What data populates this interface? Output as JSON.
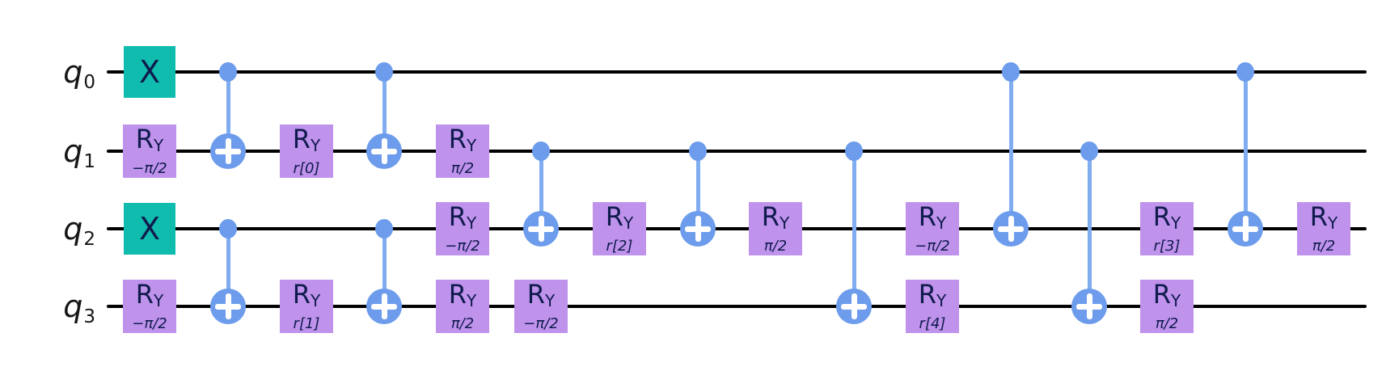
{
  "figure": {
    "type": "quantum-circuit-diagram",
    "num_qubits": 4,
    "qubit_labels": [
      {
        "base": "q",
        "sub": "0"
      },
      {
        "base": "q",
        "sub": "1"
      },
      {
        "base": "q",
        "sub": "2"
      },
      {
        "base": "q",
        "sub": "3"
      }
    ],
    "colors": {
      "background": "#ffffff",
      "wire": "#000000",
      "qubit_label_text": "#161616",
      "pauli_x_fill": "#10bcae",
      "ry_fill": "#bf92ec",
      "cx_fill": "#6c9ceb",
      "cx_line": "#7fadf0",
      "gate_text": "#101b4d"
    },
    "box_gates": [
      {
        "col": 0,
        "row": 0,
        "kind": "x",
        "gate": "X"
      },
      {
        "col": 0,
        "row": 1,
        "kind": "ry",
        "gate": "R",
        "sub": "Y",
        "param": "−π/2"
      },
      {
        "col": 0,
        "row": 2,
        "kind": "x",
        "gate": "X"
      },
      {
        "col": 0,
        "row": 3,
        "kind": "ry",
        "gate": "R",
        "sub": "Y",
        "param": "−π/2"
      },
      {
        "col": 2,
        "row": 1,
        "kind": "ry",
        "gate": "R",
        "sub": "Y",
        "param": "r[0]"
      },
      {
        "col": 2,
        "row": 3,
        "kind": "ry",
        "gate": "R",
        "sub": "Y",
        "param": "r[1]"
      },
      {
        "col": 4,
        "row": 1,
        "kind": "ry",
        "gate": "R",
        "sub": "Y",
        "param": "π/2"
      },
      {
        "col": 4,
        "row": 2,
        "kind": "ry",
        "gate": "R",
        "sub": "Y",
        "param": "−π/2"
      },
      {
        "col": 4,
        "row": 3,
        "kind": "ry",
        "gate": "R",
        "sub": "Y",
        "param": "π/2"
      },
      {
        "col": 5,
        "row": 3,
        "kind": "ry",
        "gate": "R",
        "sub": "Y",
        "param": "−π/2"
      },
      {
        "col": 6,
        "row": 2,
        "kind": "ry",
        "gate": "R",
        "sub": "Y",
        "param": "r[2]"
      },
      {
        "col": 8,
        "row": 2,
        "kind": "ry",
        "gate": "R",
        "sub": "Y",
        "param": "π/2"
      },
      {
        "col": 10,
        "row": 2,
        "kind": "ry",
        "gate": "R",
        "sub": "Y",
        "param": "−π/2"
      },
      {
        "col": 10,
        "row": 3,
        "kind": "ry",
        "gate": "R",
        "sub": "Y",
        "param": "r[4]"
      },
      {
        "col": 13,
        "row": 2,
        "kind": "ry",
        "gate": "R",
        "sub": "Y",
        "param": "r[3]"
      },
      {
        "col": 13,
        "row": 3,
        "kind": "ry",
        "gate": "R",
        "sub": "Y",
        "param": "π/2"
      },
      {
        "col": 15,
        "row": 2,
        "kind": "ry",
        "gate": "R",
        "sub": "Y",
        "param": "π/2"
      }
    ],
    "cx_gates": [
      {
        "col": 1,
        "control": 0,
        "target": 1
      },
      {
        "col": 1,
        "control": 2,
        "target": 3
      },
      {
        "col": 3,
        "control": 0,
        "target": 1
      },
      {
        "col": 3,
        "control": 2,
        "target": 3
      },
      {
        "col": 5,
        "control": 1,
        "target": 2
      },
      {
        "col": 7,
        "control": 1,
        "target": 2
      },
      {
        "col": 9,
        "control": 1,
        "target": 3
      },
      {
        "col": 11,
        "control": 0,
        "target": 2
      },
      {
        "col": 12,
        "control": 1,
        "target": 3
      },
      {
        "col": 14,
        "control": 0,
        "target": 2
      }
    ]
  }
}
